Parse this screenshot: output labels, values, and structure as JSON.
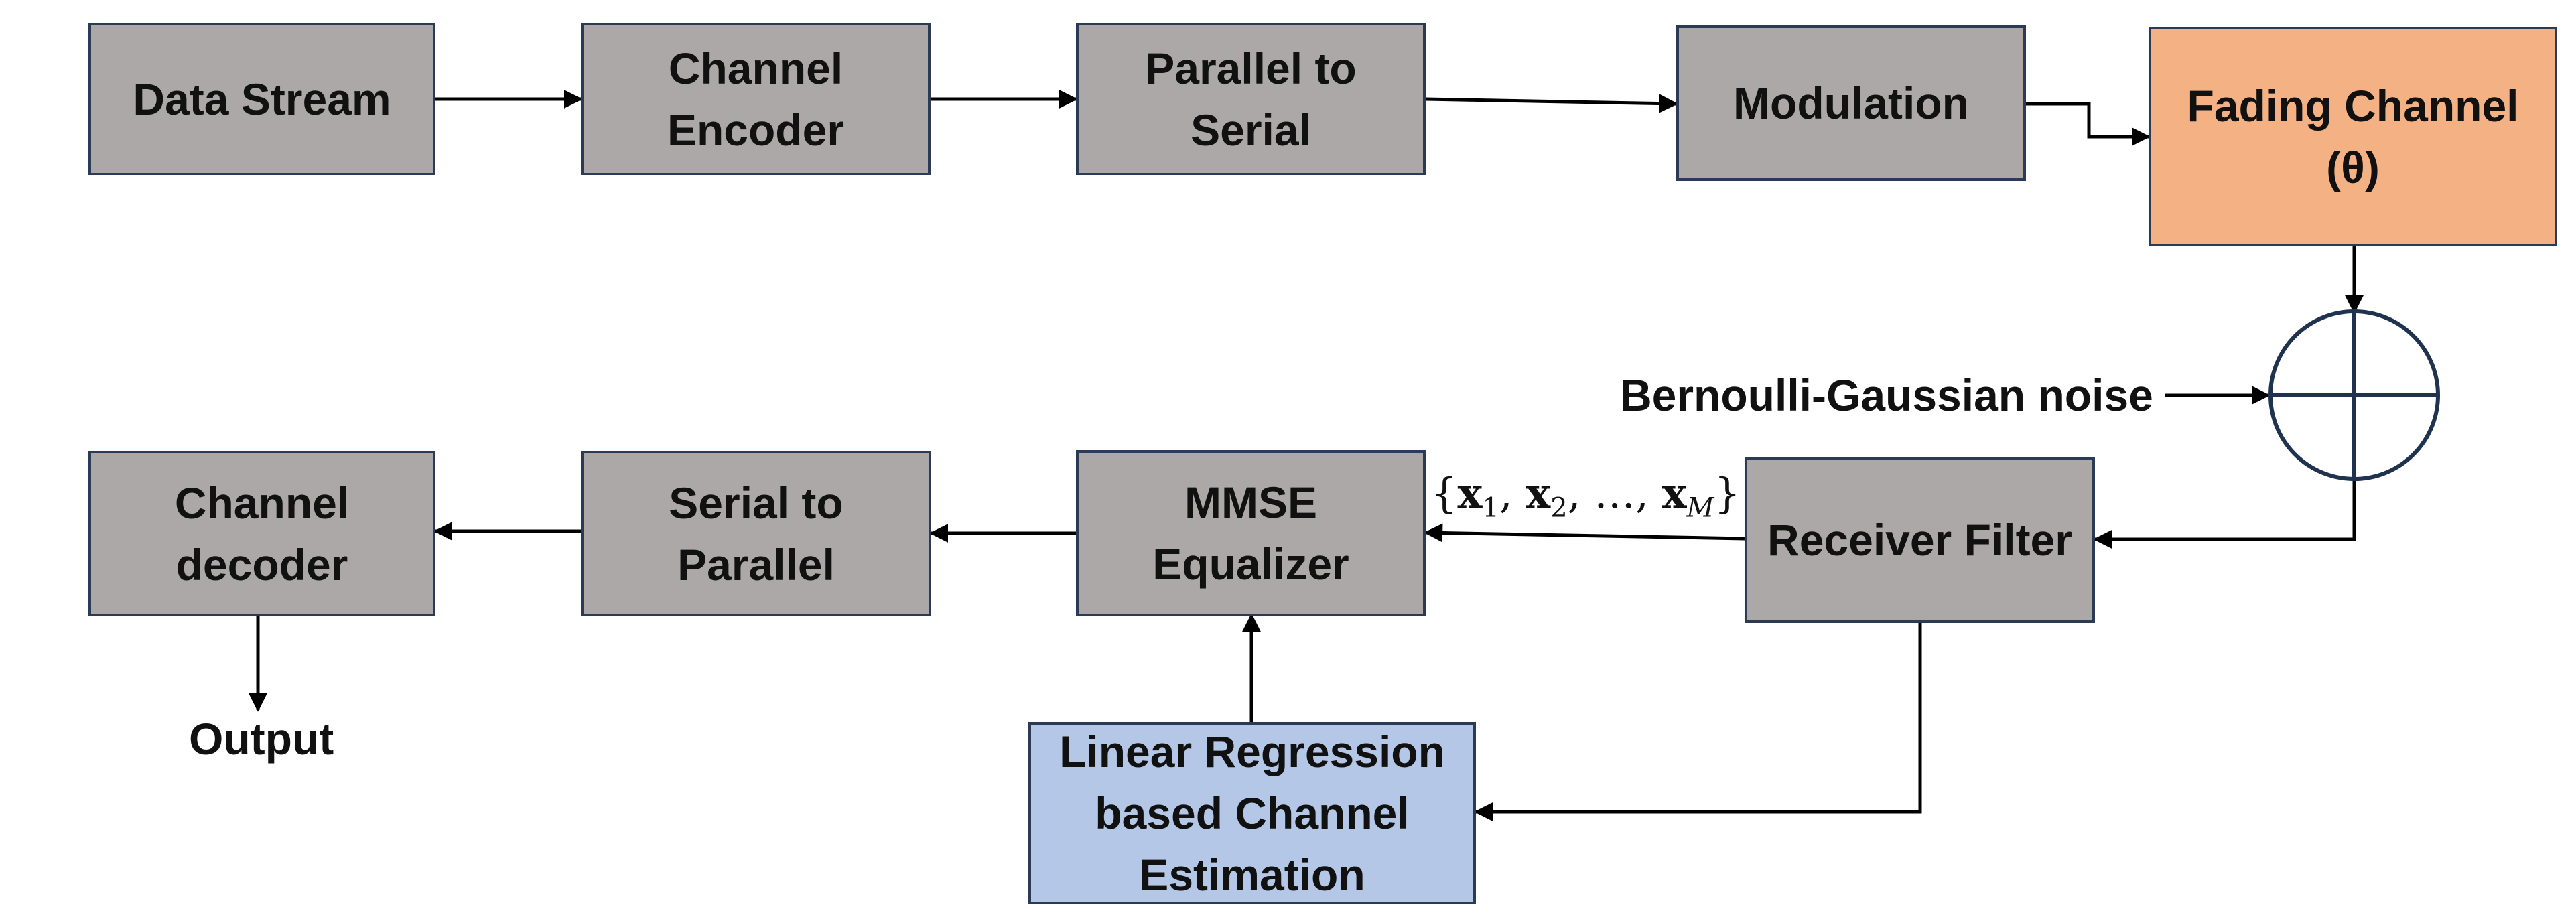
{
  "colors": {
    "process_block": "#aba8a7",
    "channel_block": "#f4b183",
    "estimation_block": "#b4c7e7",
    "border": "#2b3b55",
    "line": "#000000"
  },
  "blocks": {
    "data_stream": "Data Stream",
    "channel_encoder": "Channel\nEncoder",
    "parallel_to_serial": "Parallel to\nSerial",
    "modulation": "Modulation",
    "fading_channel": "Fading Channel\n(θ)",
    "receiver_filter": "Receiver Filter",
    "mmse_equalizer": "MMSE\nEqualizer",
    "serial_to_parallel": "Serial to\nParallel",
    "channel_decoder": "Channel\ndecoder",
    "linear_regression": "Linear Regression\nbased Channel\nEstimation"
  },
  "labels": {
    "noise": "Bernoulli-Gaussian noise",
    "output": "Output"
  },
  "samples_label": {
    "open_brace": "{",
    "x1": "x",
    "sub1": "1",
    "x2": "x",
    "sub2": "2",
    "ellipsis": "…",
    "xM": "x",
    "subM": "M",
    "close_brace": "}"
  },
  "icons": {
    "adder": "summing-junction-icon"
  }
}
